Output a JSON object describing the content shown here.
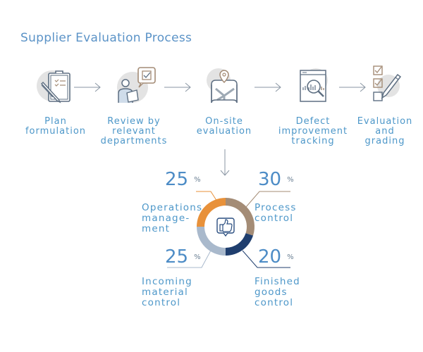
{
  "title": "Supplier Evaluation Process",
  "steps": [
    {
      "label": "Plan formulation",
      "lines": [
        "Plan",
        "formulation"
      ],
      "icon": "clipboard-pen-icon"
    },
    {
      "label": "Review by relevant departments",
      "lines": [
        "Review by",
        "relevant",
        "departments"
      ],
      "icon": "reviewer-speech-bubble-icon"
    },
    {
      "label": "On-site evaluation",
      "lines": [
        "On-site",
        "evaluation"
      ],
      "icon": "map-pin-icon"
    },
    {
      "label": "Defect improvement tracking",
      "lines": [
        "Defect",
        "improvement",
        "tracking"
      ],
      "icon": "magnifier-chart-icon"
    },
    {
      "label": "Evaluation and grading",
      "lines": [
        "Evaluation",
        "and",
        "grading"
      ],
      "icon": "checklist-pencil-icon"
    }
  ],
  "center_icon": "thumbs-up-icon",
  "colors": {
    "operations": "#e8913a",
    "process": "#a48c76",
    "finished": "#1f3e6e",
    "incoming": "#a9b9cc",
    "text": "#4d97c9"
  },
  "chart_data": {
    "type": "pie",
    "title": "",
    "slices": [
      {
        "name": "Process control",
        "value": 30,
        "unit": "%",
        "lines": [
          "Process",
          "control"
        ]
      },
      {
        "name": "Finished goods control",
        "value": 20,
        "unit": "%",
        "lines": [
          "Finished",
          "goods",
          "control"
        ]
      },
      {
        "name": "Incoming material control",
        "value": 25,
        "unit": "%",
        "lines": [
          "Incoming",
          "material",
          "control"
        ]
      },
      {
        "name": "Operations management",
        "value": 25,
        "unit": "%",
        "lines": [
          "Operations",
          "manage-",
          "ment"
        ]
      }
    ]
  }
}
